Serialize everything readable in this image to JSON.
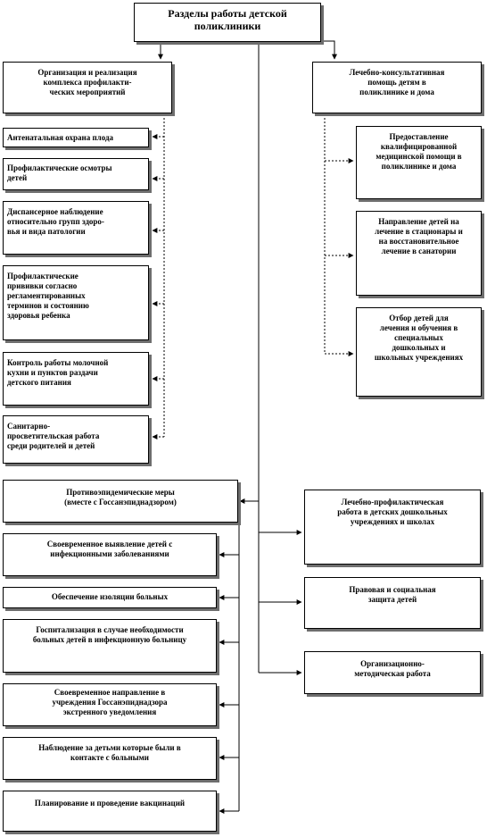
{
  "title": "Разделы работы детской\nполиклиники",
  "left_top": "Организация и реализация\nкомплекса профилакти-\nческих мероприятий",
  "left_items": [
    "Антенатальная охрана плода",
    "Профилактические осмотры\nдетей",
    "Диспансерное наблюдение\nотносительно групп здоро-\nвья и вида патологии",
    "Профилактические\nпрививки согласно\nрегламентированных\nтерминов и состоянию\nздоровья ребенка",
    "Контроль работы молочной\nкухни и пунктов раздачи\nдетского питания",
    "Санитарно-\nпросветительская работа\nсреди родителей и детей"
  ],
  "right_top": "Лечебно-консультативная\nпомощь детям в\nполиклинике и дома",
  "right_items": [
    "Предоставление\nквалифицированной\nмедицинской помощи в\nполиклинике и дома",
    "Направление детей на\nлечение в стационары и\nна восстановительное\nлечение в санатории",
    "Отбор детей для\nлечения и обучения в\nспециальных\nдошкольных и\nшкольных учреждениях"
  ],
  "epid_top": "Противоэпидемические меры\n(вместе с Госсанэпиднадзором)",
  "epid_items": [
    "Своевременное выявление детей с\nинфекционными заболеваниями",
    "Обеспечение изоляции больных",
    "Госпитализация в случае необходимости\nбольных детей в инфекционную больницу",
    "Своевременное направление в\nучреждения Госсанэпиднадзора\nэкстренного уведомления",
    "Наблюдение за детьми которые были в\nконтакте с больными",
    "Планирование и проведение вакцинаций"
  ],
  "mid_items": [
    "Лечебно-профилактическая\nработа в детских дошкольных\nучреждениях и школах",
    "Правовая и социальная\nзащита детей",
    "Организационно-\nметодическая работа"
  ]
}
